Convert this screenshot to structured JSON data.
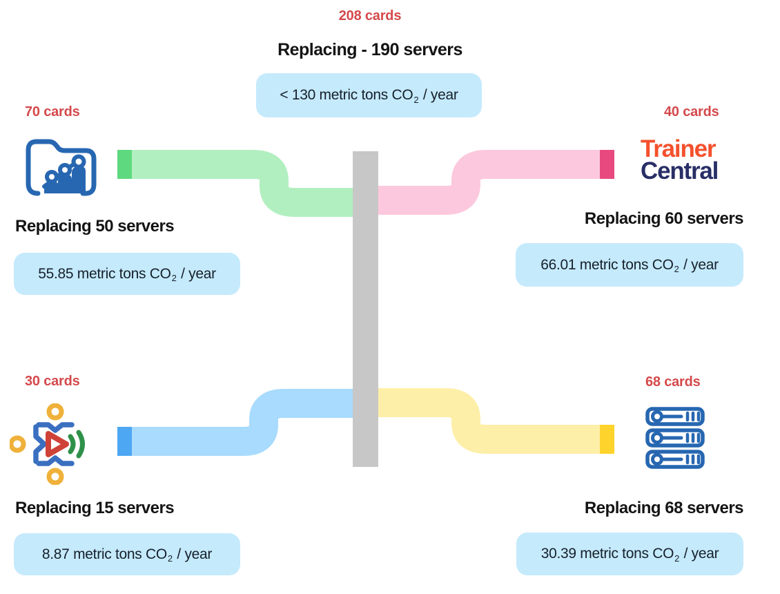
{
  "colors": {
    "red": "#d4494b",
    "text": "#141414",
    "badge-bg": "#c5eafc",
    "gray-bar": "#c7c7c7",
    "pipe-green": "#b2efc0",
    "cap-green": "#5fd97f",
    "pipe-pink": "#fcc8dd",
    "cap-pink": "#e84a7f",
    "pipe-blue": "#a8dbfd",
    "cap-blue": "#4da7f2",
    "pipe-yellow": "#feefa8",
    "cap-yellow": "#fed32b",
    "icon-blue": "#2767b1",
    "logo-orange": "#f4502c",
    "logo-navy": "#282e66",
    "icon-yellow": "#efb13a",
    "icon-red": "#cf4237",
    "icon-green": "#2f9149",
    "icon-blue2": "#3a6fc0"
  },
  "center": {
    "cards": "208 cards",
    "title": "Replacing - 190 servers",
    "badge": {
      "pre": "< 130 metric tons CO",
      "sub": "2",
      "post": " / year"
    }
  },
  "top_left": {
    "cards": "70 cards",
    "title": "Replacing 50 servers",
    "badge": {
      "pre": "55.85 metric tons CO",
      "sub": "2",
      "post": " / year"
    },
    "icon": "folder-people-icon"
  },
  "top_right": {
    "cards": "40 cards",
    "logo": {
      "line1": "Trainer",
      "line2": "Central"
    },
    "title": "Replacing 60 servers",
    "badge": {
      "pre": "66.01 metric tons CO",
      "sub": "2",
      "post": " / year"
    }
  },
  "bottom_left": {
    "cards": "30 cards",
    "title": "Replacing 15 servers",
    "badge": {
      "pre": "8.87 metric tons CO",
      "sub": "2",
      "post": " / year"
    },
    "icon": "media-play-icon"
  },
  "bottom_right": {
    "cards": "68 cards",
    "title": "Replacing 68 servers",
    "badge": {
      "pre": "30.39 metric tons CO",
      "sub": "2",
      "post": " / year"
    },
    "icon": "server-stack-icon"
  }
}
